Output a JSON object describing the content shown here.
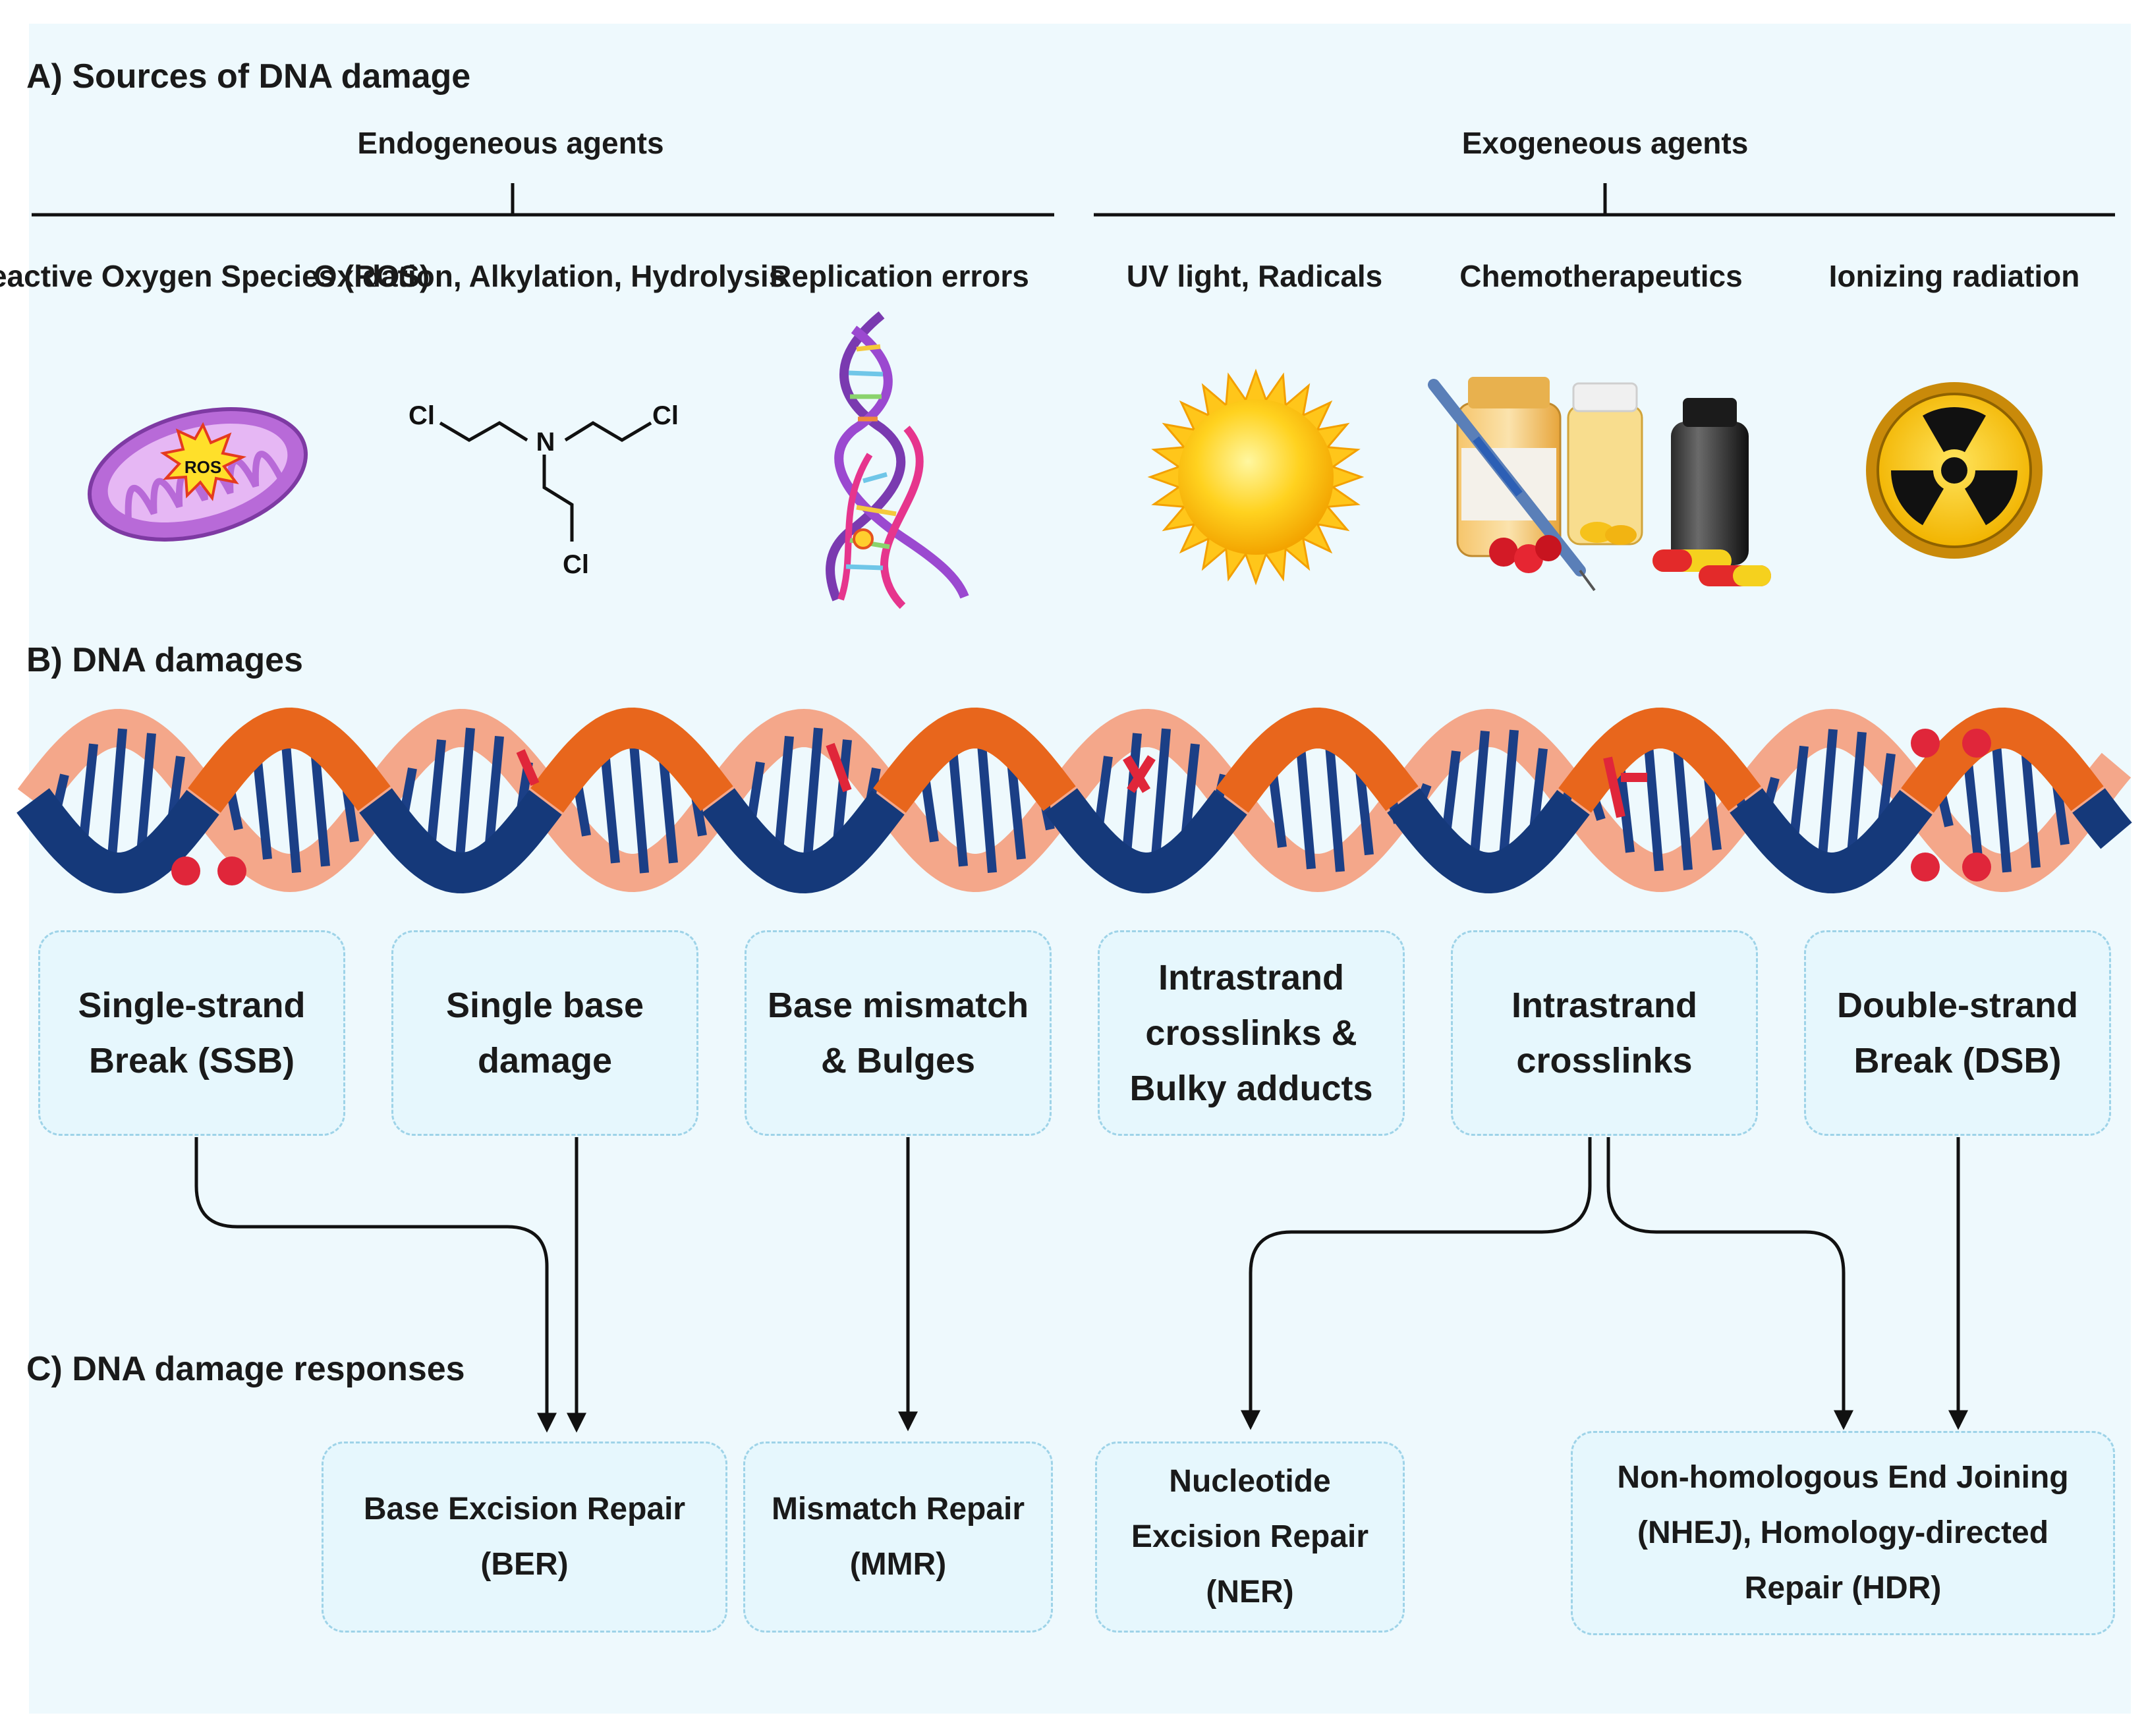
{
  "sections": {
    "a_title": "A) Sources of DNA damage",
    "b_title": "B) DNA damages",
    "c_title": "C) DNA damage responses"
  },
  "agents": {
    "endogenous": "Endogeneous agents",
    "exogenous": "Exogeneous agents"
  },
  "sources": [
    {
      "label": "Reactive Oxygen\nSpecies (ROS)",
      "icon": "mitochondrion-icon",
      "badge": "ROS"
    },
    {
      "label": "Oxidation,\nAlkylation,\nHydrolysis",
      "icon": "nitrogen-mustard-structure-icon",
      "atoms": {
        "cl": "Cl",
        "n": "N"
      }
    },
    {
      "label": "Replication errors",
      "icon": "dna-replication-icon"
    },
    {
      "label": "UV light, Radicals",
      "icon": "sun-icon"
    },
    {
      "label": "Chemotherapeutics",
      "icon": "drug-bottles-icon"
    },
    {
      "label": "Ionizing radiation",
      "icon": "radiation-symbol-icon"
    }
  ],
  "damages": [
    {
      "label": "Single-strand\nBreak (SSB)"
    },
    {
      "label": "Single base\ndamage"
    },
    {
      "label": "Base mismatch\n& Bulges"
    },
    {
      "label": "Intrastrand\ncrosslinks &\nBulky adducts"
    },
    {
      "label": "Intrastrand\ncrosslinks"
    },
    {
      "label": "Double-strand\nBreak (DSB)"
    }
  ],
  "repairs": [
    {
      "label": "Base Excision Repair\n(BER)"
    },
    {
      "label": "Mismatch Repair\n(MMR)"
    },
    {
      "label": "Nucleotide\nExcision Repair\n(NER)"
    },
    {
      "label": "Non-homologous End Joining\n(NHEJ), Homology-directed\nRepair (HDR)"
    }
  ],
  "colors": {
    "background": "#eef9fd",
    "box_fill": "#e6f7fd",
    "box_border": "#9ed3e8",
    "strand_navy": "#15397a",
    "strand_orange": "#e8661c",
    "strand_peach": "#f4a78a",
    "damage_red": "#e0263a",
    "mito_purple": "#c77ee6",
    "sun_yellow": "#ffc61a"
  }
}
